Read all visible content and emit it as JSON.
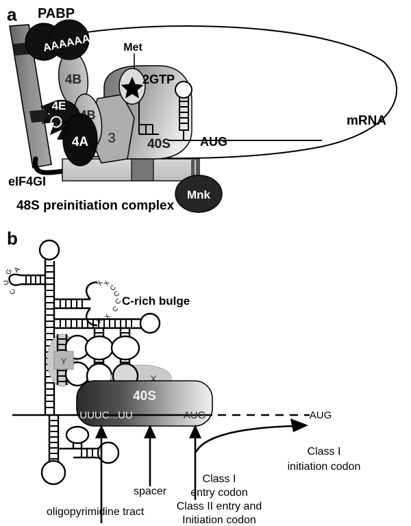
{
  "figure": {
    "panels": [
      {
        "id": "a",
        "letter": "a",
        "caption": "48S preinitiation complex",
        "labels": {
          "pabp": "PABP",
          "poly_a": "AAAAAA",
          "eif4b_upper": "4B",
          "eif4b_lower": "4B",
          "eif4e": "4E",
          "eif4a": "4A",
          "eif3": "3",
          "met": "Met",
          "gtp": "2GTP",
          "ribosome_40s": "40S",
          "start_codon": "AUG",
          "mrna": "mRNA",
          "eif4gi": "eIF4GI",
          "mnk": "Mnk"
        }
      },
      {
        "id": "b",
        "letter": "b",
        "labels": {
          "c_rich_bulge": "C-rich bulge",
          "c_rich_residues": [
            "X",
            "X",
            "C",
            "C",
            "C",
            "C",
            "X",
            "X"
          ],
          "apical_loop_residues": [
            "G",
            "A",
            "U",
            "C"
          ],
          "protein_y": "Y",
          "protein_x": "X",
          "ribosome_40s": "40S",
          "pyrimidine_tract": "UUUC...UU",
          "entry_codon": "AUG",
          "downstream_codon": "AUG",
          "annot_oligopyrimidine": "oligopyrimidine tract",
          "annot_spacer": "spacer",
          "annot_entry_line1": "Class I",
          "annot_entry_line2": "entry codon",
          "annot_entry_line3": "Class II entry and",
          "annot_entry_line4": "Initiation codon",
          "annot_class1_line1": "Class I",
          "annot_class1_line2": "initiation codon"
        }
      }
    ],
    "colors": {
      "black": "#000000",
      "near_black": "#1a1a1a",
      "dark_gray": "#6b6b6b",
      "mid_gray": "#8f8f8f",
      "light_gray": "#b8b8b8",
      "pale_gray": "#cfcfcf",
      "very_pale_gray": "#e2e2e2",
      "white": "#ffffff"
    }
  }
}
